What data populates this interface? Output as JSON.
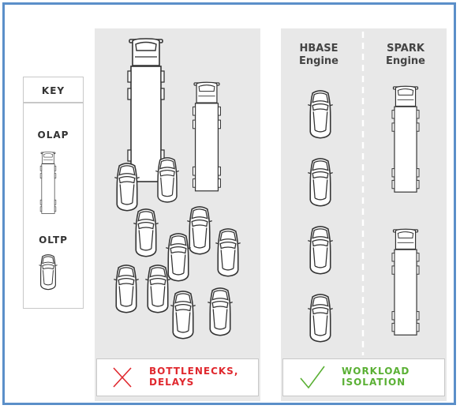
{
  "key": {
    "title": "KEY",
    "olap_label": "OLAP",
    "oltp_label": "OLTP"
  },
  "left_panel": {
    "status_line1": "BOTTLENECKS,",
    "status_line2": "DELAYS",
    "status_color": "#e0282e",
    "icon": "x-mark-icon"
  },
  "right_panel": {
    "engine1_line1": "HBASE",
    "engine1_line2": "Engine",
    "engine2_line1": "SPARK",
    "engine2_line2": "Engine",
    "status_line1": "WORKLOAD",
    "status_line2": "ISOLATION",
    "status_color": "#5ab034",
    "icon": "check-mark-icon"
  },
  "colors": {
    "frame_border": "#5b8fc9",
    "panel_bg": "#e8e8e8",
    "vehicle_stroke": "#333333"
  }
}
